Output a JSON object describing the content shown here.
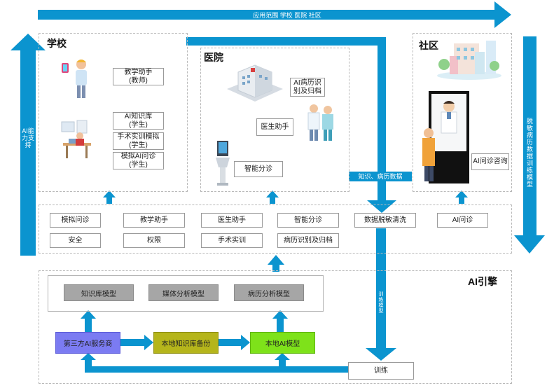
{
  "top_banner": "应用范围 学校 医院 社区",
  "left_arrow_label": "AI能力支持",
  "right_arrow_label": "脱敏病历数据训练模型",
  "knowledge_flow_label": "知识、病历数据",
  "train_flow_label": "训练模型",
  "school": {
    "title": "学校",
    "teacher_tool": [
      "教学助手",
      "(教师)"
    ],
    "knowledge_base": [
      "AI知识库",
      "(学生)"
    ],
    "surgery_sim": [
      "手术实训模拟",
      "(学生)"
    ],
    "ai_consult": [
      "模拟AI问诊",
      "(学生)"
    ]
  },
  "hospital": {
    "title": "医院",
    "record_recog": [
      "AI病历识",
      "别及归档"
    ],
    "doctor_assist": "医生助手",
    "smart_triage": "智能分诊"
  },
  "community": {
    "title": "社区",
    "ai_consult": "AI问诊咨询"
  },
  "capability_row": {
    "items": [
      "模拟问诊",
      "教学助手",
      "医生助手",
      "智能分诊",
      "数据脱敏清洗",
      "AI问诊",
      "安全",
      "权限",
      "手术实训",
      "病历识别及归档"
    ]
  },
  "engine": {
    "title": "AI引擎",
    "models": [
      "知识库模型",
      "媒体分析模型",
      "病历分析模型"
    ],
    "third_party": "第三方AI服务商",
    "local_backup": "本地知识库备份",
    "local_model": "本地AI模型",
    "training": "训练"
  },
  "colors": {
    "arrow_blue": "#0b94cf",
    "third_party": "#7b7bf2",
    "local_backup": "#b5b51b",
    "local_model": "#7ee21a"
  }
}
